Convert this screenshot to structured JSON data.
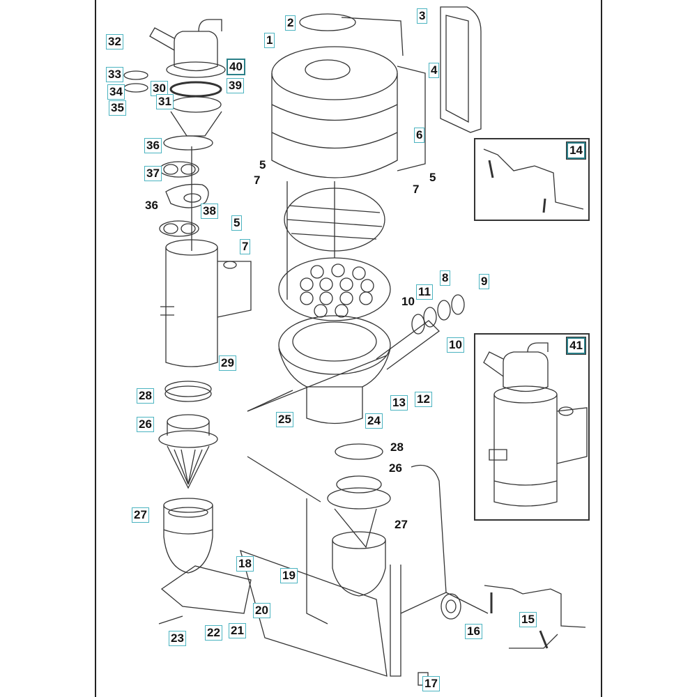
{
  "title": "Exploded parts diagram - dust extractor assembly",
  "colors": {
    "line": "#333333",
    "callout_border": "#4ab3c0",
    "inset_border": "#333333"
  },
  "callouts": [
    {
      "id": "c1",
      "label": "1",
      "boxed": true
    },
    {
      "id": "c2",
      "label": "2",
      "boxed": true
    },
    {
      "id": "c3",
      "label": "3",
      "boxed": true
    },
    {
      "id": "c4",
      "label": "4",
      "boxed": true
    },
    {
      "id": "c5a",
      "label": "5",
      "boxed": false
    },
    {
      "id": "c5b",
      "label": "5",
      "boxed": false
    },
    {
      "id": "c5c",
      "label": "5",
      "boxed": true
    },
    {
      "id": "c6",
      "label": "6",
      "boxed": true
    },
    {
      "id": "c7a",
      "label": "7",
      "boxed": false
    },
    {
      "id": "c7b",
      "label": "7",
      "boxed": false
    },
    {
      "id": "c7c",
      "label": "7",
      "boxed": true
    },
    {
      "id": "c8",
      "label": "8",
      "boxed": true
    },
    {
      "id": "c9",
      "label": "9",
      "boxed": true
    },
    {
      "id": "c10a",
      "label": "10",
      "boxed": false
    },
    {
      "id": "c10b",
      "label": "10",
      "boxed": true
    },
    {
      "id": "c11",
      "label": "11",
      "boxed": true
    },
    {
      "id": "c12",
      "label": "12",
      "boxed": true
    },
    {
      "id": "c13",
      "label": "13",
      "boxed": true
    },
    {
      "id": "c15",
      "label": "15",
      "boxed": true
    },
    {
      "id": "c16",
      "label": "16",
      "boxed": true
    },
    {
      "id": "c17",
      "label": "17",
      "boxed": true
    },
    {
      "id": "c18",
      "label": "18",
      "boxed": true
    },
    {
      "id": "c19",
      "label": "19",
      "boxed": true
    },
    {
      "id": "c20",
      "label": "20",
      "boxed": true
    },
    {
      "id": "c21",
      "label": "21",
      "boxed": true
    },
    {
      "id": "c22",
      "label": "22",
      "boxed": true
    },
    {
      "id": "c23",
      "label": "23",
      "boxed": true
    },
    {
      "id": "c24",
      "label": "24",
      "boxed": true
    },
    {
      "id": "c25",
      "label": "25",
      "boxed": true
    },
    {
      "id": "c26a",
      "label": "26",
      "boxed": true
    },
    {
      "id": "c26b",
      "label": "26",
      "boxed": false
    },
    {
      "id": "c27a",
      "label": "27",
      "boxed": true
    },
    {
      "id": "c27b",
      "label": "27",
      "boxed": false
    },
    {
      "id": "c28a",
      "label": "28",
      "boxed": true
    },
    {
      "id": "c28b",
      "label": "28",
      "boxed": false
    },
    {
      "id": "c29",
      "label": "29",
      "boxed": true
    },
    {
      "id": "c30",
      "label": "30",
      "boxed": true
    },
    {
      "id": "c31",
      "label": "31",
      "boxed": true
    },
    {
      "id": "c32",
      "label": "32",
      "boxed": true
    },
    {
      "id": "c33",
      "label": "33",
      "boxed": true
    },
    {
      "id": "c34",
      "label": "34",
      "boxed": true
    },
    {
      "id": "c35",
      "label": "35",
      "boxed": true
    },
    {
      "id": "c36a",
      "label": "36",
      "boxed": true
    },
    {
      "id": "c36b",
      "label": "36",
      "boxed": false
    },
    {
      "id": "c37",
      "label": "37",
      "boxed": true
    },
    {
      "id": "c38",
      "label": "38",
      "boxed": true
    },
    {
      "id": "c39",
      "label": "39",
      "boxed": true
    },
    {
      "id": "c40",
      "label": "40",
      "boxed": true
    }
  ],
  "insets": [
    {
      "id": "inset14",
      "label": "14",
      "description": "Handle bar assembly with springs"
    },
    {
      "id": "inset41",
      "label": "41",
      "description": "Complete cyclone separator assembly"
    }
  ]
}
